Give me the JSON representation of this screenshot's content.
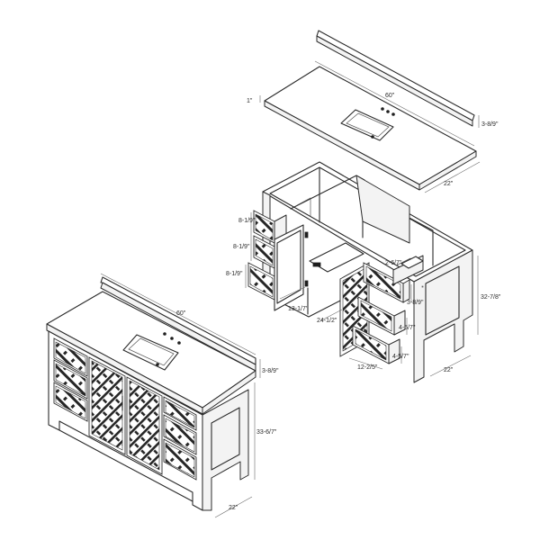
{
  "labels": {
    "top_width": "60\"",
    "top_thickness": "1\"",
    "backsplash_height": "3-8/9\"",
    "top_depth": "22\"",
    "left_drawer_1": "8-1/9\"",
    "left_drawer_2": "8-1/9\"",
    "left_drawer_3": "8-1/9\"",
    "door_width": "13-1/7\"",
    "cabinet_inner": "24-1/2\"",
    "drawer_width": "12-2/5\"",
    "right_drawer_top": "2-6/7\"",
    "right_drawer_1": "3-8/9\"",
    "right_drawer_2": "4-5/7\"",
    "right_drawer_3": "4-5/7\"",
    "cabinet_height": "32-7/8\"",
    "cabinet_depth": "22\"",
    "assembled_width": "60\"",
    "assembled_backsplash": "3-8/9\"",
    "assembled_height": "33-6/7\"",
    "assembled_depth": "22\""
  },
  "colors": {
    "line": "#2b2b2b",
    "fill": "#ffffff",
    "shade": "#f3f3f3",
    "dark": "#1e1e1e"
  }
}
